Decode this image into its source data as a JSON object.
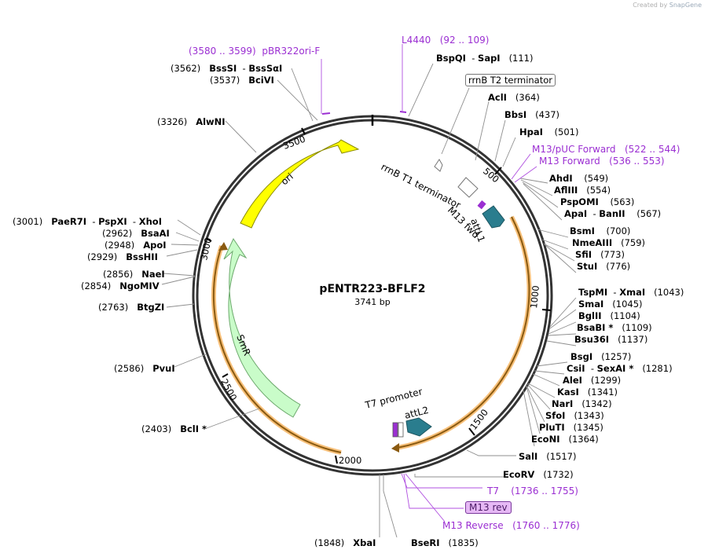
{
  "watermark": {
    "prefix": "Created by",
    "brand": "SnapGene"
  },
  "plasmid": {
    "name": "pENTR223-BFLF2",
    "length_label": "3741 bp",
    "length": 3741
  },
  "colors": {
    "ori": "#ffff00",
    "attL": "#2a7d8e",
    "smr": "#c9fcc9",
    "orf": "#f7a23a",
    "primer": "#9b2fd2",
    "promoter": "#ffffff"
  },
  "sites_right": [
    {
      "name": "BspQI",
      "extra": "SapI",
      "pos": "(111)"
    },
    {
      "name": "AclI",
      "pos": "(364)"
    },
    {
      "name": "BbsI",
      "pos": "(437)"
    },
    {
      "name": "HpaI",
      "pos": "(501)"
    },
    {
      "name": "AhdI",
      "pos": "(549)"
    },
    {
      "name": "AflIII",
      "pos": "(554)"
    },
    {
      "name": "PspOMI",
      "pos": "(563)"
    },
    {
      "name": "ApaI",
      "extra": "BanII",
      "pos": "(567)"
    },
    {
      "name": "BsmI",
      "pos": "(700)"
    },
    {
      "name": "NmeAIII",
      "pos": "(759)"
    },
    {
      "name": "SfiI",
      "pos": "(773)"
    },
    {
      "name": "StuI",
      "pos": "(776)"
    },
    {
      "name": "TspMI",
      "extra": "XmaI",
      "pos": "(1043)"
    },
    {
      "name": "SmaI",
      "pos": "(1045)"
    },
    {
      "name": "BglII",
      "pos": "(1104)"
    },
    {
      "name": "BsaBI *",
      "pos": "(1109)"
    },
    {
      "name": "Bsu36I",
      "pos": "(1137)"
    },
    {
      "name": "BsgI",
      "pos": "(1257)"
    },
    {
      "name": "CsiI",
      "extra": "SexAI *",
      "pos": "(1281)"
    },
    {
      "name": "AleI",
      "pos": "(1299)"
    },
    {
      "name": "KasI",
      "pos": "(1341)"
    },
    {
      "name": "NarI",
      "pos": "(1342)"
    },
    {
      "name": "SfoI",
      "pos": "(1343)"
    },
    {
      "name": "PluTI",
      "pos": "(1345)"
    },
    {
      "name": "EcoNI",
      "pos": "(1364)"
    },
    {
      "name": "SalI",
      "pos": "(1517)"
    },
    {
      "name": "EcoRV",
      "pos": "(1732)"
    }
  ],
  "sites_left": [
    {
      "name": "BssSI",
      "extra": "BssSαI",
      "pos": "(3562)"
    },
    {
      "name": "BciVI",
      "pos": "(3537)"
    },
    {
      "name": "AlwNI",
      "pos": "(3326)"
    },
    {
      "name": "PaeR7I",
      "extra": "PspXI",
      "extra2": "XhoI",
      "pos": "(3001)"
    },
    {
      "name": "BsaAI",
      "pos": "(2962)"
    },
    {
      "name": "ApoI",
      "pos": "(2948)"
    },
    {
      "name": "BssHII",
      "pos": "(2929)"
    },
    {
      "name": "NaeI",
      "pos": "(2856)"
    },
    {
      "name": "NgoMIV",
      "pos": "(2854)"
    },
    {
      "name": "BtgZI",
      "pos": "(2763)"
    },
    {
      "name": "PvuI",
      "pos": "(2586)"
    },
    {
      "name": "BclI *",
      "pos": "(2403)"
    },
    {
      "name": "XbaI",
      "pos": "(1848)"
    },
    {
      "name": "BseRI",
      "pos": "(1835)"
    }
  ],
  "primers": [
    {
      "name": "pBR322ori-F",
      "range": "(3580 .. 3599)"
    },
    {
      "name": "L4440",
      "range": "(92 .. 109)"
    },
    {
      "name": "M13/pUC Forward",
      "range": "(522 .. 544)"
    },
    {
      "name": "M13 Forward",
      "range": "(536 .. 553)"
    },
    {
      "name": "T7",
      "range": "(1736 .. 1755)"
    },
    {
      "name": "M13 rev"
    },
    {
      "name": "M13 Reverse",
      "range": "(1760 .. 1776)"
    }
  ],
  "features": {
    "rrnb_t2": "rrnB T2 terminator",
    "rrnb_t1": "rrnB T1 terminator",
    "m13_fwd": "M13 fwd",
    "attl1": "attL1",
    "t7_promoter": "T7 promoter",
    "attl2": "attL2",
    "ori": "ori",
    "smr": "SmR"
  },
  "ticks": [
    "500",
    "1000",
    "1500",
    "2000",
    "2500",
    "3000",
    "3500"
  ]
}
